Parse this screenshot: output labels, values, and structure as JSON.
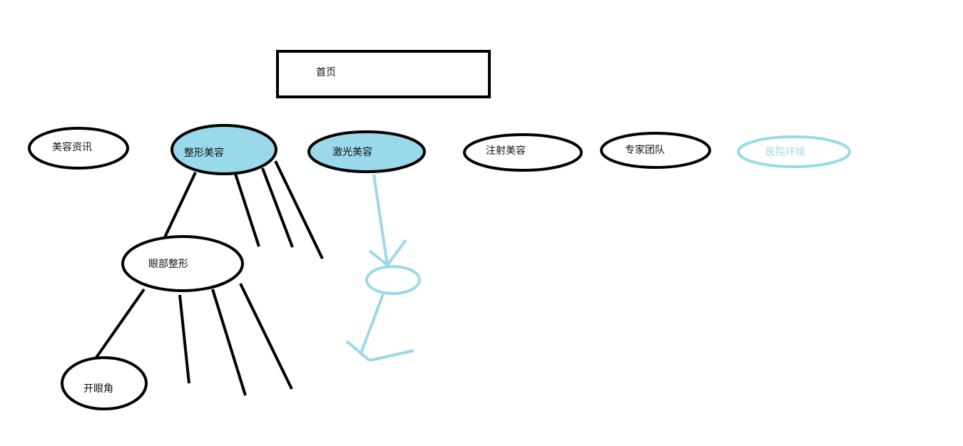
{
  "home": {
    "label": "首页"
  },
  "categories": [
    {
      "label": "美容资讯",
      "style": "outline"
    },
    {
      "label": "整形美容",
      "style": "filled"
    },
    {
      "label": "激光美容",
      "style": "filled"
    },
    {
      "label": "注射美容",
      "style": "outline"
    },
    {
      "label": "专家团队",
      "style": "outline"
    },
    {
      "label": "医院环境",
      "style": "light-outline"
    }
  ],
  "subnodes": {
    "eye_surgery": {
      "label": "眼部整形"
    },
    "canthoplasty": {
      "label": "开眼角"
    },
    "laser_child": {
      "label": ""
    }
  },
  "colors": {
    "stroke": "#000000",
    "fill_accent": "#99d9ea",
    "light_accent": "#99d9ea"
  }
}
